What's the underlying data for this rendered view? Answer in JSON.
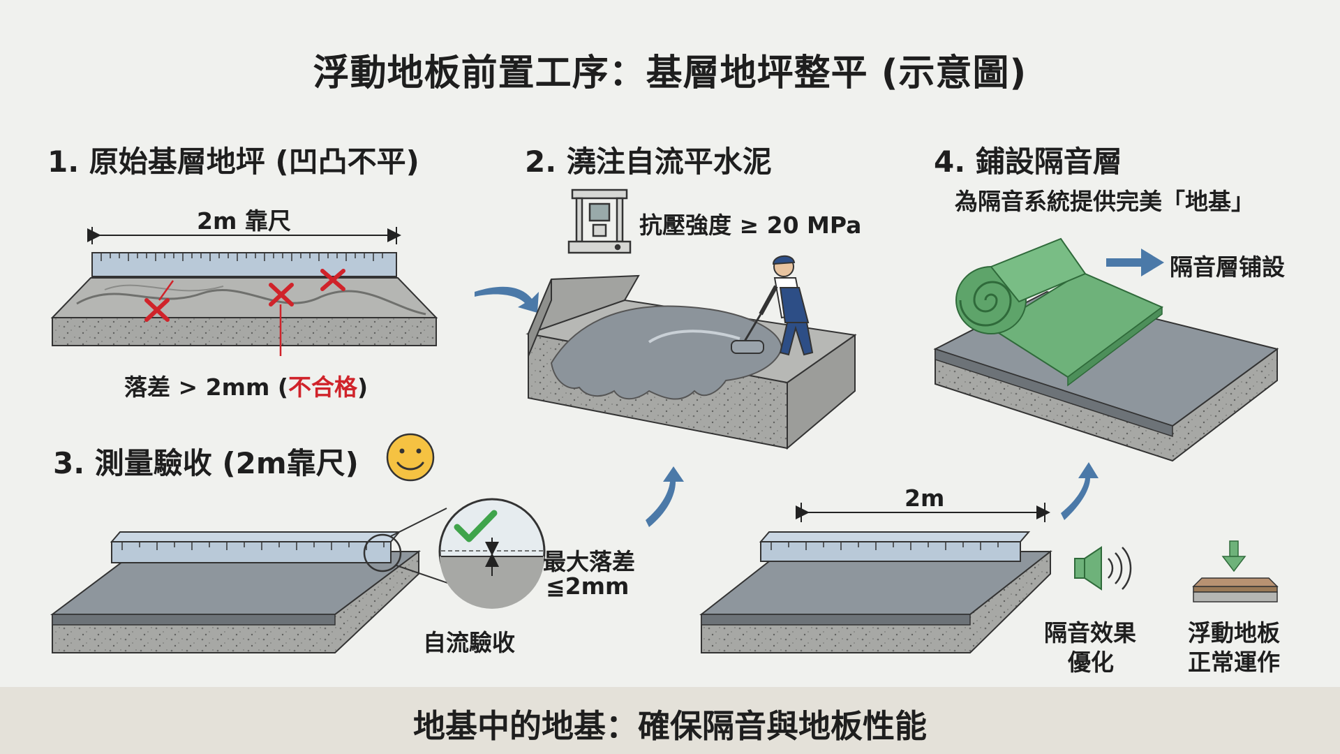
{
  "title": "浮動地板前置工序：基層地坪整平 (示意圖)",
  "step1": {
    "heading": "1. 原始基層地坪 (凹凸不平)",
    "ruler_label": "2m 靠尺",
    "diff_prefix": "落差 > 2mm (",
    "diff_fail": "不合格",
    "diff_suffix": ")"
  },
  "step2": {
    "heading": "2. 澆注自流平水泥",
    "strength": "抗壓強度 ≥ 20 MPa"
  },
  "step3": {
    "heading": "3. 測量驗收 (2m靠尺)",
    "max_diff_line1": "最大落差",
    "max_diff_line2": "≦2mm",
    "accept_label": "自流驗收"
  },
  "step4": {
    "heading": "4. 鋪設隔音層",
    "subheading": "為隔音系統提供完美「地基」",
    "layer_label": "隔音層铺設",
    "span_label": "2m",
    "benefit1_line1": "隔音效果",
    "benefit1_line2": "優化",
    "benefit2_line1": "浮動地板",
    "benefit2_line2": "正常運作"
  },
  "footer": "地基中的地基：確保隔音與地板性能",
  "colors": {
    "concrete": "#a9aaa7",
    "screed": "#8c949b",
    "insulation": "#6eb27a",
    "ruler": "#b9c9d8",
    "reject": "#d0232a",
    "accept": "#3fa44b",
    "arrow": "#4b79a8",
    "smiley": "#f5c242"
  },
  "icons": [
    "x-mark-icon",
    "check-mark-icon",
    "smiley-icon",
    "press-machine-icon",
    "speaker-icon",
    "down-arrow-icon",
    "flow-arrow-icon"
  ]
}
